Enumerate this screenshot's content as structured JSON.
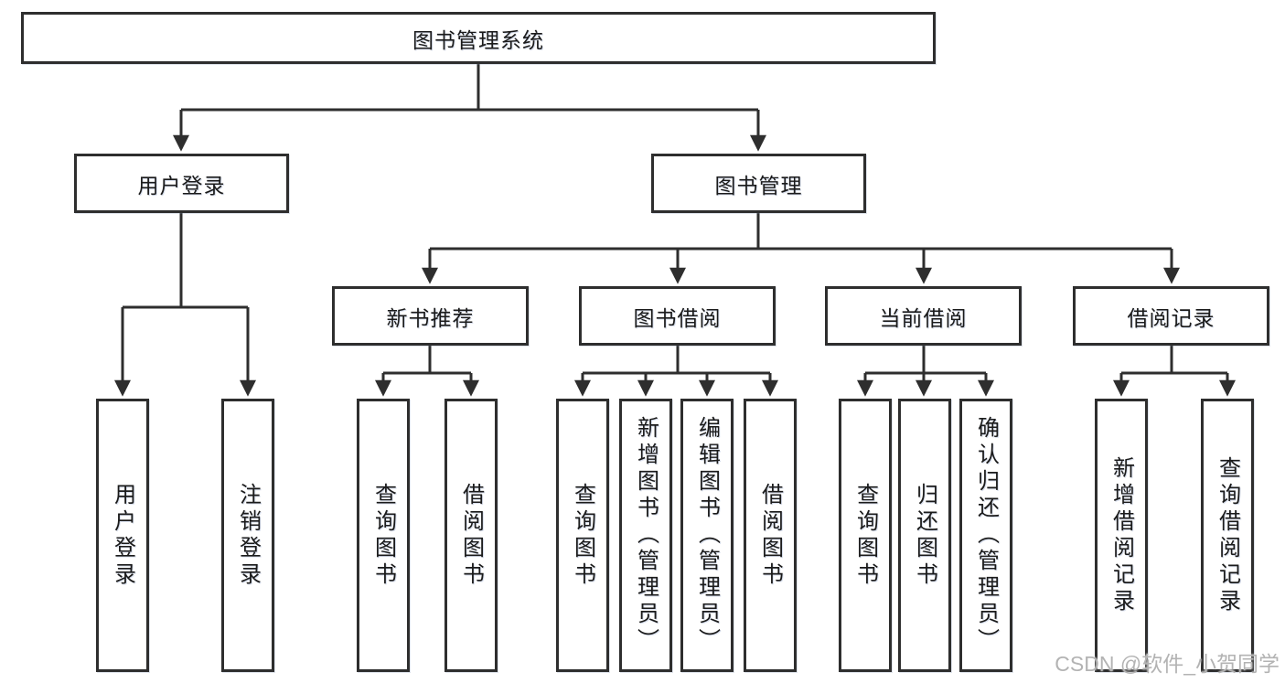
{
  "tree": {
    "root": {
      "label": "图书管理系统",
      "children": [
        {
          "label": "用户登录",
          "children": [
            {
              "label": "用户登录"
            },
            {
              "label": "注销登录"
            }
          ]
        },
        {
          "label": "图书管理",
          "children": [
            {
              "label": "新书推荐",
              "children": [
                {
                  "label": "查询图书"
                },
                {
                  "label": "借阅图书"
                }
              ]
            },
            {
              "label": "图书借阅",
              "children": [
                {
                  "label": "查询图书"
                },
                {
                  "label": "新增图书（管理员）"
                },
                {
                  "label": "编辑图书（管理员）"
                },
                {
                  "label": "借阅图书"
                }
              ]
            },
            {
              "label": "当前借阅",
              "children": [
                {
                  "label": "查询图书"
                },
                {
                  "label": "归还图书"
                },
                {
                  "label": "确认归还（管理员）"
                }
              ]
            },
            {
              "label": "借阅记录",
              "children": [
                {
                  "label": "新增借阅记录"
                },
                {
                  "label": "查询借阅记录"
                }
              ]
            }
          ]
        }
      ]
    }
  },
  "watermark": {
    "text": "CSDN @软件_小贺同学"
  },
  "colors": {
    "background": "#ffffff",
    "box_border": "#2e2e2e",
    "line": "#2e2e2e",
    "text": "#1b1b1b",
    "watermark": "#b3b3b3"
  }
}
